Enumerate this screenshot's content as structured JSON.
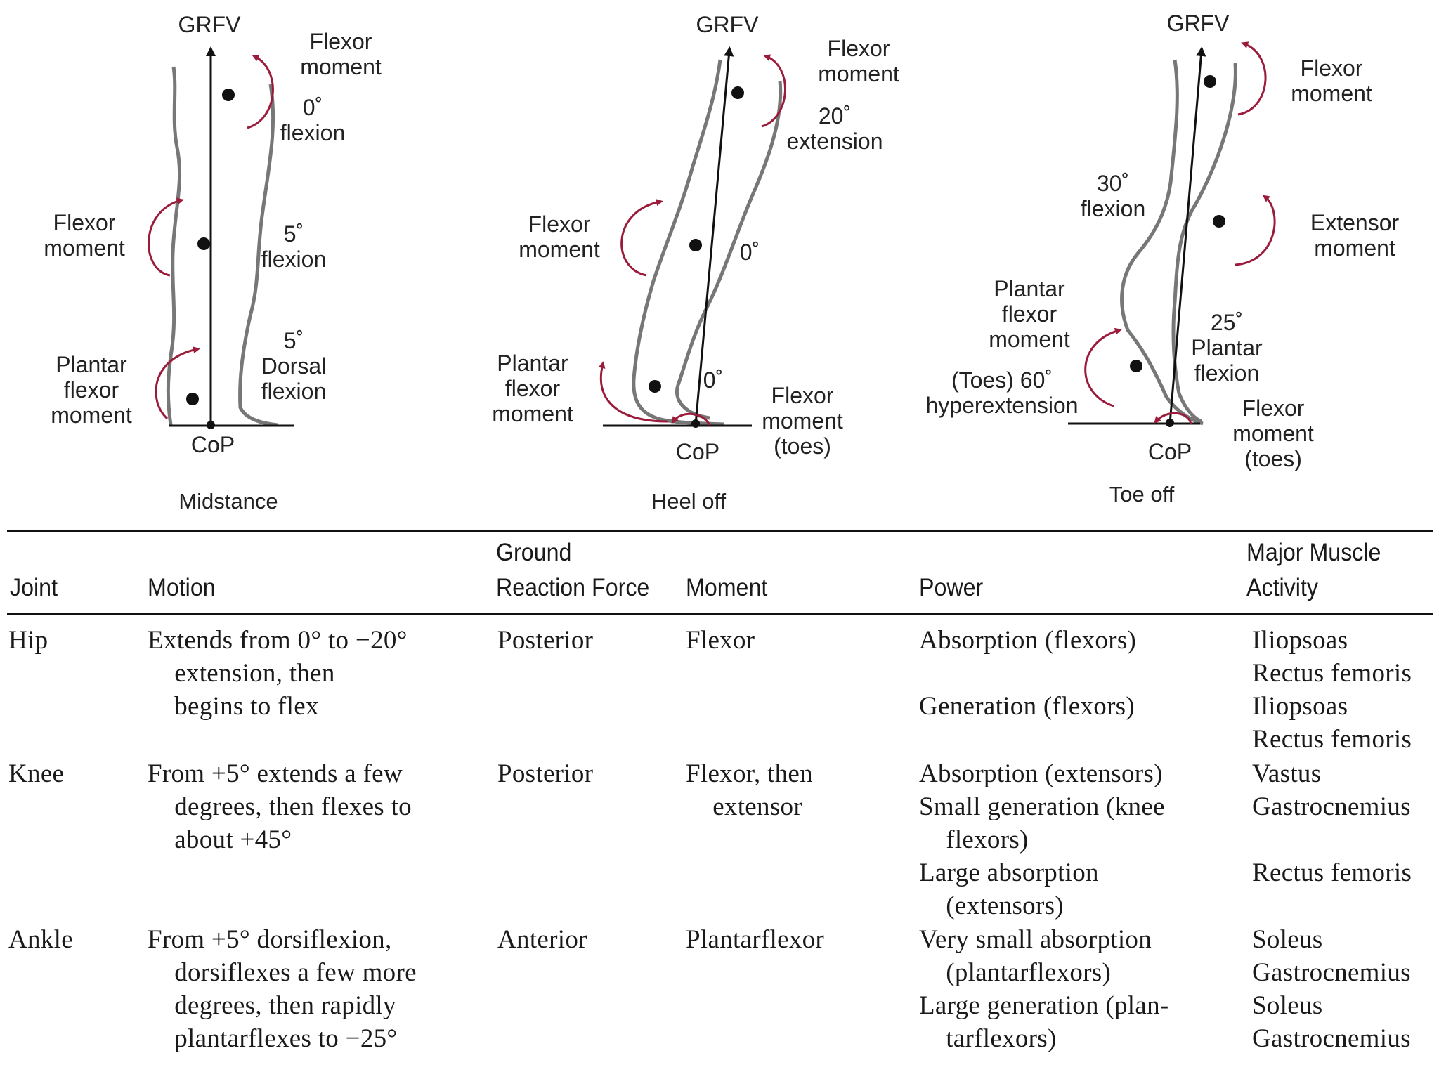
{
  "panels": [
    {
      "caption": "Midstance",
      "grfv": "GRFV",
      "cop": "CoP",
      "hip_moment": "Flexor\nmoment",
      "hip_angle": "0˚\nflexion",
      "knee_moment": "Flexor\nmoment",
      "knee_angle": "5˚\nflexion",
      "ankle_moment": "Plantar\nflexor\nmoment",
      "ankle_angle": "5˚\nDorsal\nflexion"
    },
    {
      "caption": "Heel off",
      "grfv": "GRFV",
      "cop": "CoP",
      "hip_moment": "Flexor\nmoment",
      "hip_angle": "20˚\nextension",
      "knee_moment": "Flexor\nmoment",
      "knee_angle": "0˚",
      "ankle_moment": "Plantar\nflexor\nmoment",
      "ankle_angle": "0˚",
      "toe_moment": "Flexor\nmoment\n(toes)"
    },
    {
      "caption": "Toe off",
      "grfv": "GRFV",
      "cop": "CoP",
      "hip_moment": "Flexor\nmoment",
      "hip_angle": "30˚\nflexion",
      "knee_moment": "Extensor\nmoment",
      "ankle_moment": "Plantar\nflexor\nmoment",
      "ankle_angle": "25˚\nPlantar\nflexion",
      "toe_angle": "(Toes) 60˚\nhyperextension",
      "toe_moment": "Flexor\nmoment\n(toes)"
    }
  ],
  "table": {
    "headers": {
      "joint": "Joint",
      "motion": "Motion",
      "grf": "Ground\nReaction Force",
      "moment": "Moment",
      "power": "Power",
      "muscle": "Major Muscle\nActivity"
    },
    "rows": [
      {
        "joint": "Hip",
        "motion": "Extends from 0° to −20°\n    extension, then\n    begins to flex",
        "grf": "Posterior",
        "moment": "Flexor",
        "power": "Absorption (flexors)\n\nGeneration (flexors)",
        "muscle": "Iliopsoas\nRectus femoris\nIliopsoas\nRectus femoris"
      },
      {
        "joint": "Knee",
        "motion": "From +5° extends a few\n    degrees, then flexes to\n    about +45°",
        "grf": "Posterior",
        "moment": "Flexor, then\n    extensor",
        "power": "Absorption (extensors)\nSmall generation (knee\n    flexors)\nLarge absorption\n    (extensors)",
        "muscle": "Vastus\nGastrocnemius\n\nRectus femoris"
      },
      {
        "joint": "Ankle",
        "motion": "From +5° dorsiflexion,\n    dorsiflexes a few more\n    degrees, then rapidly\n    plantarflexes to −25°",
        "grf": "Anterior",
        "moment": "Plantarflexor",
        "power": "Very small absorption\n    (plantarflexors)\nLarge generation (plan-\n    tarflexors)",
        "muscle": "Soleus\nGastrocnemius\nSoleus\nGastrocnemius"
      }
    ]
  },
  "colors": {
    "arrow": "#9b1b3b",
    "ink": "#222222",
    "rule": "#111111"
  }
}
